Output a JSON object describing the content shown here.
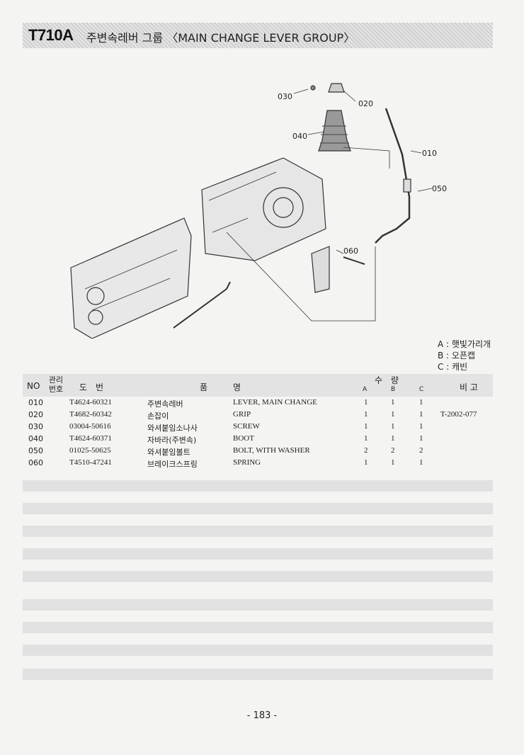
{
  "header": {
    "code": "T710A",
    "title": "주변속레버 그룹 〈MAIN CHANGE LEVER GROUP〉"
  },
  "diagram": {
    "callouts": [
      "030",
      "020",
      "040",
      "010",
      "050",
      "060"
    ]
  },
  "legend": [
    "A : 햇빛가리개",
    "B : 오픈캡",
    "C : 캐빈"
  ],
  "table": {
    "headers": {
      "no": "NO",
      "mgmt": "관리 번호",
      "part_no": "도　번",
      "name": "품　　　명",
      "qty": "수　량",
      "a": "A",
      "b": "B",
      "c": "C",
      "remarks": "비 고"
    },
    "rows": [
      {
        "no": "010",
        "part_no": "T4624-60321",
        "name_ko": "주변속레버",
        "name_en": "LEVER, MAIN CHANGE",
        "a": "1",
        "b": "1",
        "c": "1",
        "remarks": ""
      },
      {
        "no": "020",
        "part_no": "T4682-60342",
        "name_ko": "손잡이",
        "name_en": "GRIP",
        "a": "1",
        "b": "1",
        "c": "1",
        "remarks": "T-2002-077"
      },
      {
        "no": "030",
        "part_no": "03004-50616",
        "name_ko": "와셔붙임소나사",
        "name_en": "SCREW",
        "a": "1",
        "b": "1",
        "c": "1",
        "remarks": ""
      },
      {
        "no": "040",
        "part_no": "T4624-60371",
        "name_ko": "자바라(주변속)",
        "name_en": "BOOT",
        "a": "1",
        "b": "1",
        "c": "1",
        "remarks": ""
      },
      {
        "no": "050",
        "part_no": "01025-50625",
        "name_ko": "와셔붙임볼트",
        "name_en": "BOLT, WITH WASHER",
        "a": "2",
        "b": "2",
        "c": "2",
        "remarks": ""
      },
      {
        "no": "060",
        "part_no": "T4510-47241",
        "name_ko": "브레이크스프링",
        "name_en": "SPRING",
        "a": "1",
        "b": "1",
        "c": "1",
        "remarks": ""
      }
    ]
  },
  "page_number": "- 183 -"
}
